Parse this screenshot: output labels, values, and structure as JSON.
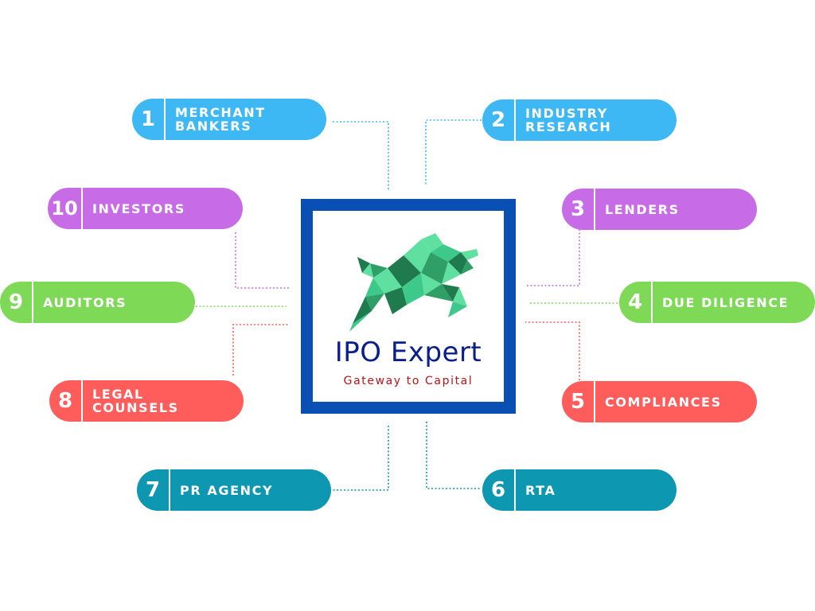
{
  "center": {
    "brand": "IPO Expert",
    "tagline": "Gateway to Capital"
  },
  "nodes": [
    {
      "number": "1",
      "label": "MERCHANT\nBANKERS",
      "color": "#3db8f5"
    },
    {
      "number": "2",
      "label": "INDUSTRY\nRESEARCH",
      "color": "#3db8f5"
    },
    {
      "number": "3",
      "label": "LENDERS",
      "color": "#c76be6"
    },
    {
      "number": "4",
      "label": "DUE DILIGENCE",
      "color": "#7ed957"
    },
    {
      "number": "5",
      "label": "COMPLIANCES",
      "color": "#ff5c5c"
    },
    {
      "number": "6",
      "label": "RTA",
      "color": "#0d97b0"
    },
    {
      "number": "7",
      "label": "PR AGENCY",
      "color": "#0d97b0"
    },
    {
      "number": "8",
      "label": "LEGAL\nCOUNSELS",
      "color": "#ff5c5c"
    },
    {
      "number": "9",
      "label": "AUDITORS",
      "color": "#7ed957"
    },
    {
      "number": "10",
      "label": "INVESTORS",
      "color": "#c76be6"
    }
  ],
  "colors": {
    "frame": "#0a4fb3",
    "brand_text": "#0b1f8c",
    "tagline_text": "#b81414",
    "bull_light": "#5fe0a0",
    "bull_dark": "#1f7a4d"
  },
  "icons": {
    "logo": "bull-icon"
  }
}
